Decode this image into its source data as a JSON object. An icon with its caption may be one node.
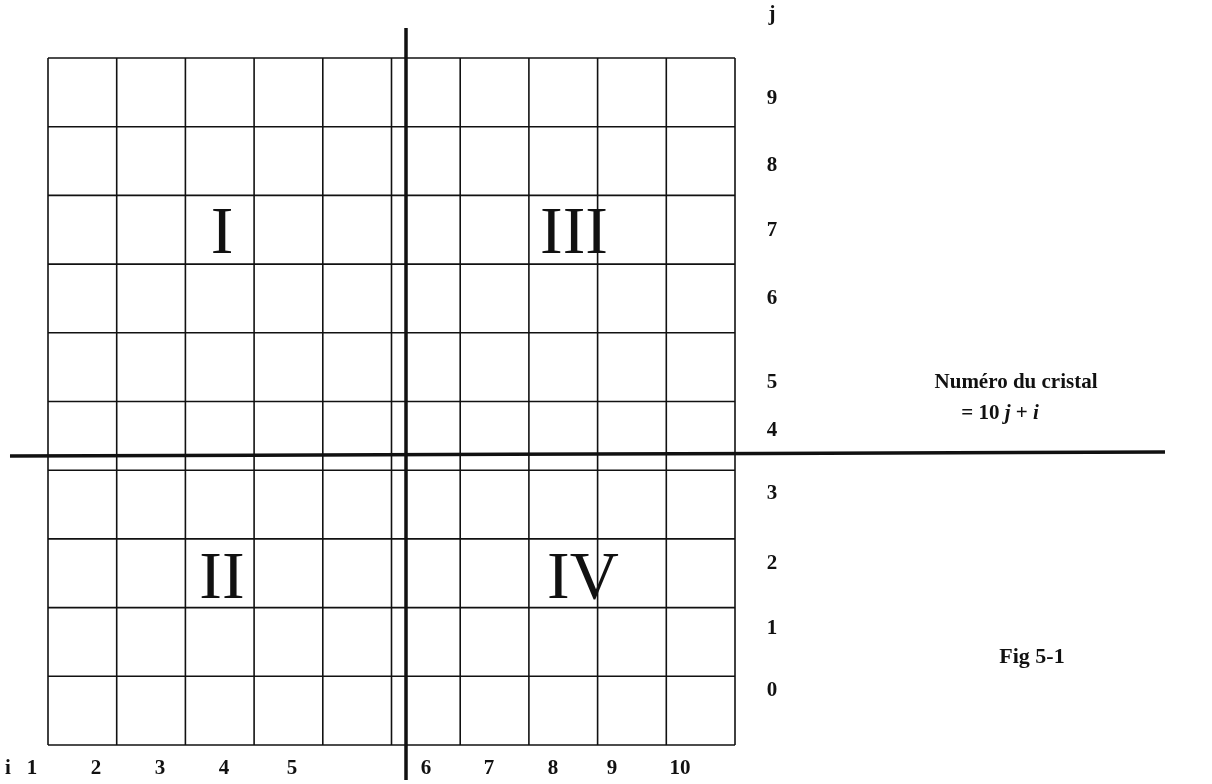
{
  "diagram": {
    "labels": [
      "j",
      "9",
      "8",
      "7",
      "6",
      "5",
      "4",
      "3",
      "2",
      "1",
      "0",
      "I",
      "III",
      "II",
      "IV",
      "Numéro du cristal",
      "= 10 *j* + *i*",
      "Fig 5-1",
      "i",
      "1",
      "2",
      "3",
      "4",
      "5",
      "6",
      "7",
      "8",
      "9",
      "10"
    ]
  }
}
